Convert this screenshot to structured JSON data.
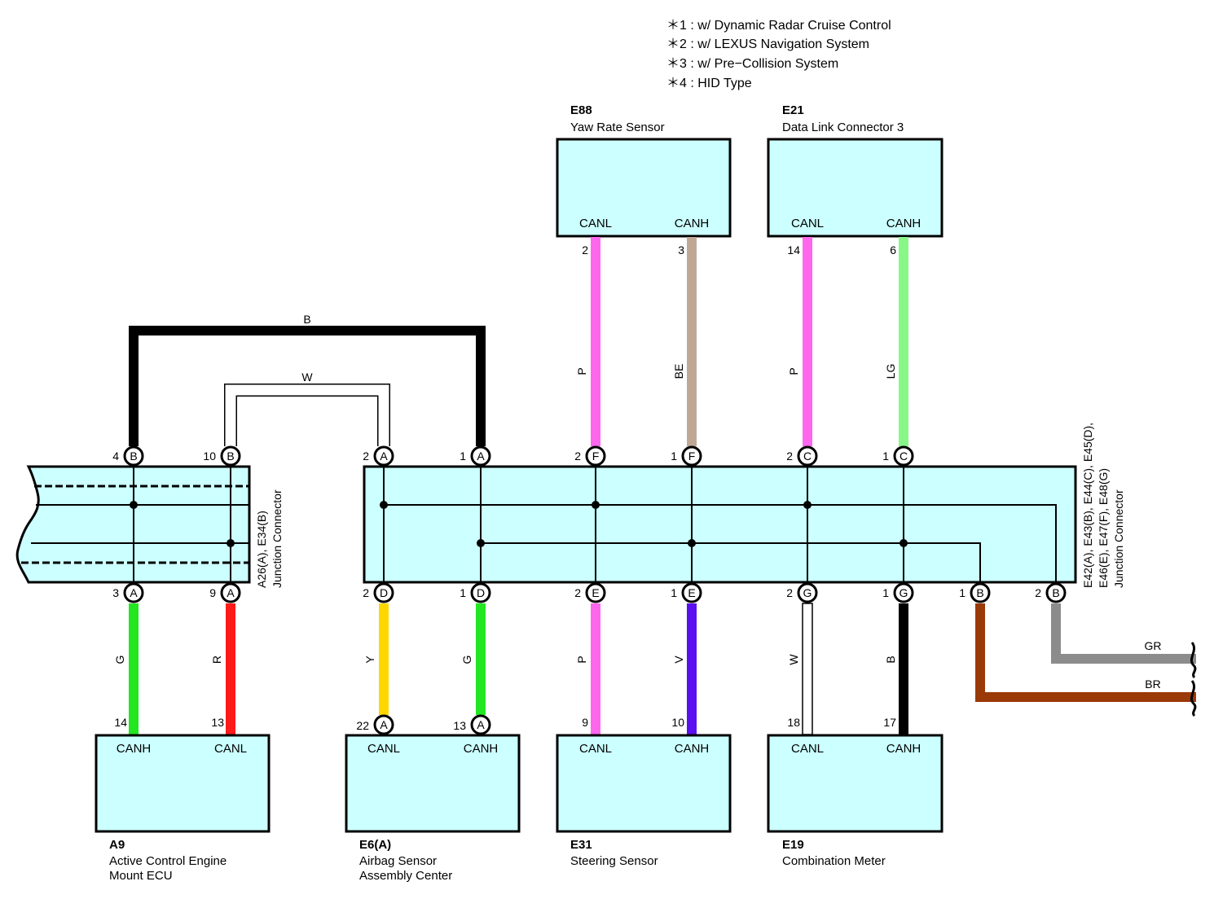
{
  "notes": [
    "＊1 : w/ Dynamic Radar Cruise Control",
    "＊2 : w/ LEXUS Navigation System",
    "＊3 : w/ Pre−Collision System",
    "＊4 : HID Type"
  ],
  "colors": {
    "box_fill": "#ccffff",
    "G": "#22e622",
    "R": "#ff1a1a",
    "Y": "#ffd700",
    "P": "#ff66ee",
    "V": "#5a10ee",
    "B": "#000000",
    "W": "#ffffff",
    "BE": "#bfa896",
    "LG": "#88f788",
    "GR": "#8c8c8c",
    "BR": "#9a3a08"
  },
  "top_devices": [
    {
      "code": "E88",
      "name": "Yaw Rate Sensor",
      "terminals": [
        "CANL",
        "CANH"
      ]
    },
    {
      "code": "E21",
      "name": "Data Link Connector 3",
      "terminals": [
        "CANL",
        "CANH"
      ]
    }
  ],
  "bottom_devices": [
    {
      "code": "A9",
      "name_lines": [
        "Active Control Engine",
        "Mount ECU"
      ],
      "terminals": [
        "CANH",
        "CANL"
      ]
    },
    {
      "code": "E6(A)",
      "name_lines": [
        "Airbag Sensor",
        "Assembly Center"
      ],
      "terminals": [
        "CANL",
        "CANH"
      ]
    },
    {
      "code": "E31",
      "name_lines": [
        "Steering Sensor"
      ],
      "terminals": [
        "CANL",
        "CANH"
      ]
    },
    {
      "code": "E19",
      "name_lines": [
        "Combination Meter"
      ],
      "terminals": [
        "CANL",
        "CANH"
      ]
    }
  ],
  "left_junction": {
    "label_lines": [
      "A26(A), E34(B)",
      "Junction Connector"
    ]
  },
  "right_junction": {
    "label_lines": [
      "E42(A), E43(B), E44(C), E45(D),",
      "E46(E), E47(F), E48(G)",
      "Junction Connector"
    ]
  },
  "junction_pins": [
    {
      "letter": "B",
      "num": "4"
    },
    {
      "letter": "B",
      "num": "10"
    },
    {
      "letter": "A",
      "num": "2"
    },
    {
      "letter": "A",
      "num": "1"
    },
    {
      "letter": "F",
      "num": "2"
    },
    {
      "letter": "F",
      "num": "1"
    },
    {
      "letter": "C",
      "num": "2"
    },
    {
      "letter": "C",
      "num": "1"
    },
    {
      "letter": "A",
      "num": "3"
    },
    {
      "letter": "A",
      "num": "9"
    },
    {
      "letter": "D",
      "num": "2"
    },
    {
      "letter": "D",
      "num": "1"
    },
    {
      "letter": "E",
      "num": "2"
    },
    {
      "letter": "E",
      "num": "1"
    },
    {
      "letter": "G",
      "num": "2"
    },
    {
      "letter": "G",
      "num": "1"
    },
    {
      "letter": "B",
      "num": "1"
    },
    {
      "letter": "B",
      "num": "2"
    }
  ],
  "device_pins": [
    {
      "num": "2"
    },
    {
      "num": "3"
    },
    {
      "num": "14"
    },
    {
      "num": "6"
    },
    {
      "num": "14"
    },
    {
      "num": "13"
    },
    {
      "num": "22",
      "letter": "A"
    },
    {
      "num": "13",
      "letter": "A"
    },
    {
      "num": "9"
    },
    {
      "num": "10"
    },
    {
      "num": "18"
    },
    {
      "num": "17"
    }
  ],
  "wire_labels": [
    "B",
    "W",
    "P",
    "BE",
    "P",
    "LG",
    "G",
    "R",
    "Y",
    "G",
    "P",
    "V",
    "W",
    "B",
    "GR",
    "BR"
  ]
}
